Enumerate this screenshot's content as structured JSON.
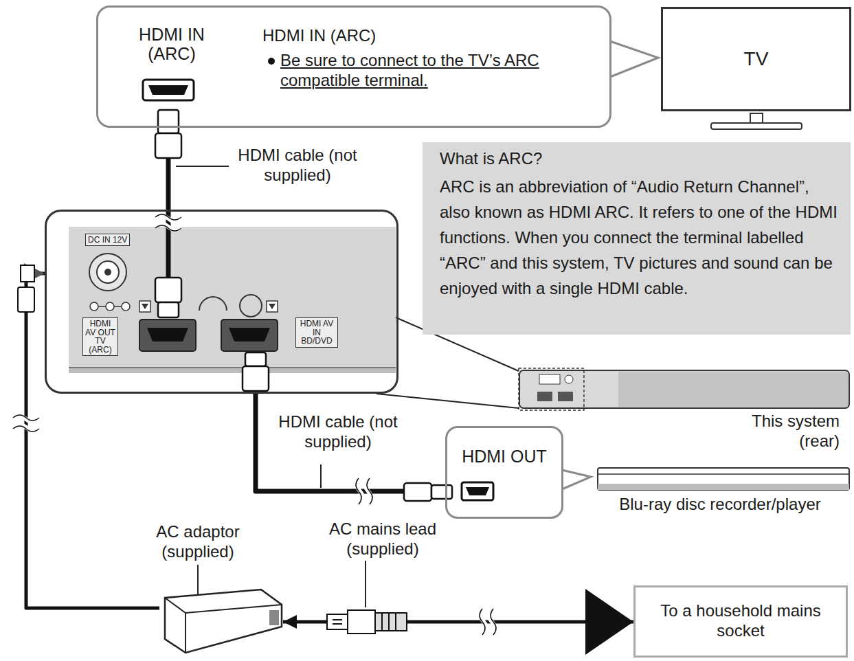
{
  "diagram": {
    "nodes": [
      {
        "text": [
          "HDMI IN (ARC)",
          "HDMI IN (ARC)",
          "Be sure to connect to the TV’s ARC compatible terminal."
        ]
      },
      {
        "text": [
          "TV"
        ]
      },
      {
        "text": [
          "What is ARC?",
          "ARC is an abbreviation of “Audio Return Channel”, also known as HDMI ARC. It refers to one of the HDMI functions. When you connect the terminal labelled “ARC” and this system, TV pictures and sound can be enjoyed with a single HDMI cable."
        ]
      },
      {
        "text": [
          "DC IN 12V",
          "HDMI AV OUT TV (ARC)",
          "HDMI AV IN BD/DVD"
        ]
      },
      {
        "text": [
          "This system (rear)"
        ]
      },
      {
        "text": [
          "HDMI OUT"
        ]
      },
      {
        "text": [
          "Blu-ray disc recorder/player"
        ]
      },
      {
        "text": [
          "AC adaptor (supplied)"
        ]
      },
      {
        "text": [
          "To a household mains socket"
        ]
      }
    ],
    "edges": [
      {
        "from": 0,
        "to": 3,
        "label": "HDMI cable (not supplied)",
        "arrow": "none"
      },
      {
        "from": 3,
        "to": 5,
        "label": "HDMI cable (not supplied)",
        "arrow": "none"
      },
      {
        "from": 7,
        "to": 3,
        "arrow": "to"
      },
      {
        "from": 7,
        "to": 8,
        "label": "AC mains lead (supplied)",
        "arrow": "both"
      }
    ]
  }
}
